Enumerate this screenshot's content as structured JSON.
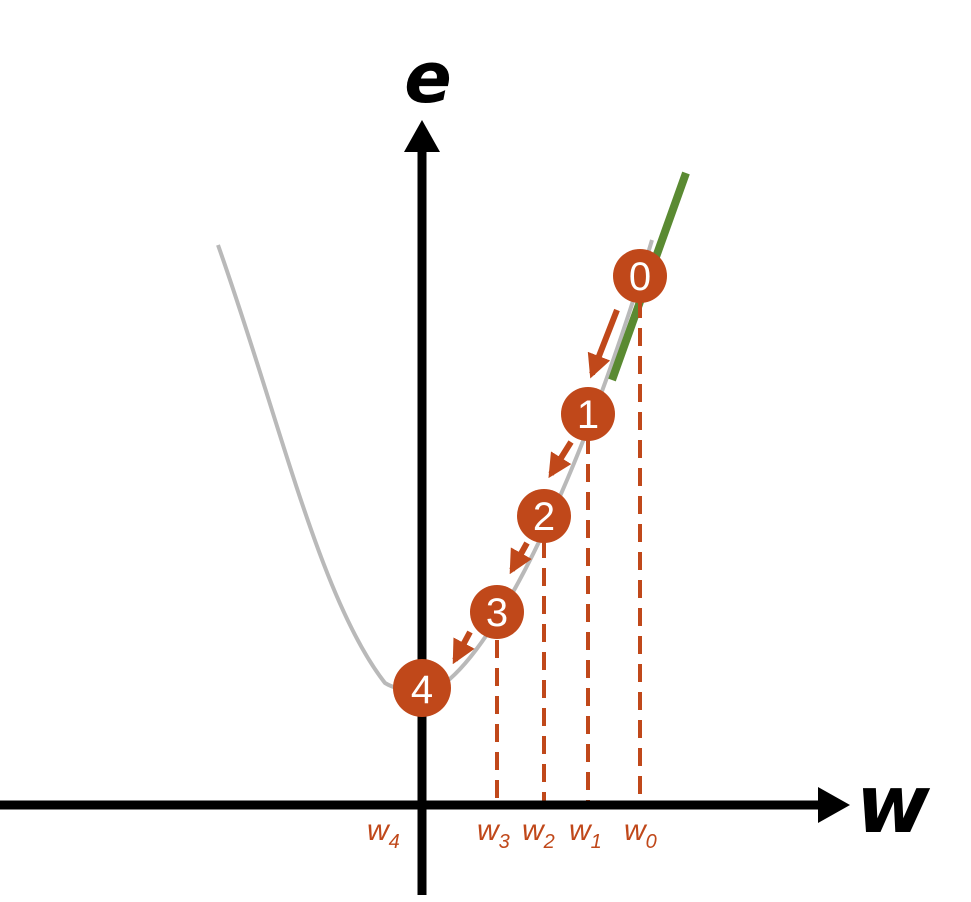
{
  "axes": {
    "y_label": "e",
    "x_label": "w"
  },
  "colors": {
    "axis": "#000000",
    "curve": "#b9b9b9",
    "tangent": "#5a8a32",
    "step": "#c0481a",
    "step_text": "#ffffff"
  },
  "steps": [
    {
      "label": "0"
    },
    {
      "label": "1"
    },
    {
      "label": "2"
    },
    {
      "label": "3"
    },
    {
      "label": "4"
    }
  ],
  "w_labels": [
    {
      "base": "w",
      "sub": "4"
    },
    {
      "base": "w",
      "sub": "3"
    },
    {
      "base": "w",
      "sub": "2"
    },
    {
      "base": "w",
      "sub": "1"
    },
    {
      "base": "w",
      "sub": "0"
    }
  ]
}
